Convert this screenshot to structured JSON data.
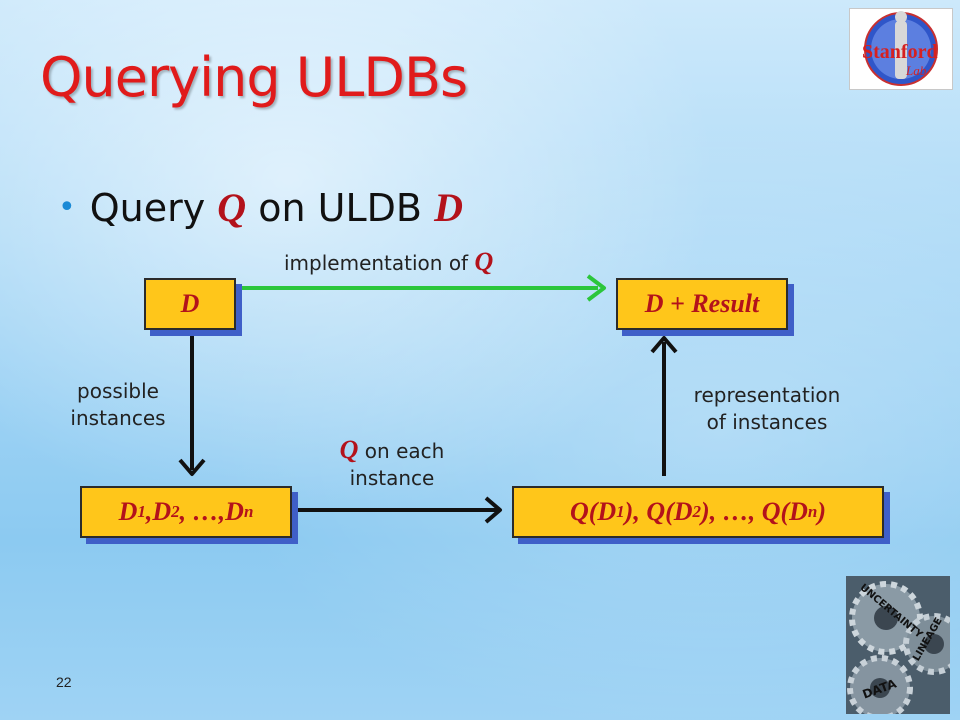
{
  "slide": {
    "title": "Querying ULDBs",
    "bullet": {
      "pre": "Query ",
      "q": "Q",
      "mid": " on ULDB ",
      "d": "D"
    },
    "number": "22"
  },
  "diagram": {
    "box_d": "D",
    "box_result": "D + Result",
    "box_instances": {
      "d": "D",
      "s1": "1",
      "sep1": ", ",
      "s2": "2",
      "sep2": ", …, ",
      "sn": "n"
    },
    "box_q_instances": {
      "open": "Q(D",
      "s1": "1",
      "mid1": "), Q(D",
      "s2": "2",
      "mid2": "), …, Q(D",
      "sn": "n",
      "close": ")"
    },
    "label_impl": {
      "text": "implementation of ",
      "q": "Q"
    },
    "label_possible": [
      "possible",
      "instances"
    ],
    "label_each": {
      "q": "Q",
      "text": " on each",
      "line2": "instance"
    },
    "label_repr": [
      "representation",
      "of instances"
    ]
  },
  "logo": {
    "text": "Stanford",
    "sub": "Lab",
    "letter": "i"
  },
  "gears_image": {
    "words": [
      "UNCERTAINTY",
      "LINEAGE",
      "DATA"
    ]
  },
  "colors": {
    "title": "#e01b1b",
    "box": "#ffc61a",
    "box_shadow": "#3f5fc8",
    "italic_text": "#b3121b",
    "arrow_green": "#2bc63b",
    "bullet": "#1a8ad6"
  }
}
